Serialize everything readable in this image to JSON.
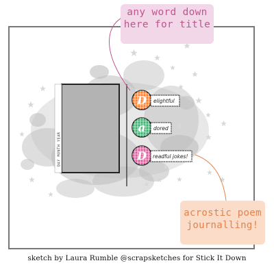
{
  "callouts": {
    "title": {
      "lines": [
        "any word down",
        "here for title"
      ]
    },
    "journaling": {
      "lines": [
        "acrostic poem",
        "journalling!"
      ]
    }
  },
  "photo_stamp": "DAY MONTH YEAR",
  "acrostic": [
    {
      "initial": "D",
      "tag": "elightful",
      "color": "#ff7f2a"
    },
    {
      "initial": "a",
      "tag": "dored",
      "color": "#3cb371"
    },
    {
      "initial": "D",
      "tag": "readful jokes!",
      "color": "#e05fa0"
    }
  ],
  "caption": "sketch by Laura Rumble @scrapsketches for Stick It Down",
  "colors": {
    "frame": "#777777",
    "photo_block": "#b3b3b3",
    "paint_splatter": "#bdbdbd",
    "title_callout": "#f2d7e8",
    "journal_callout": "#fbdcc8"
  }
}
